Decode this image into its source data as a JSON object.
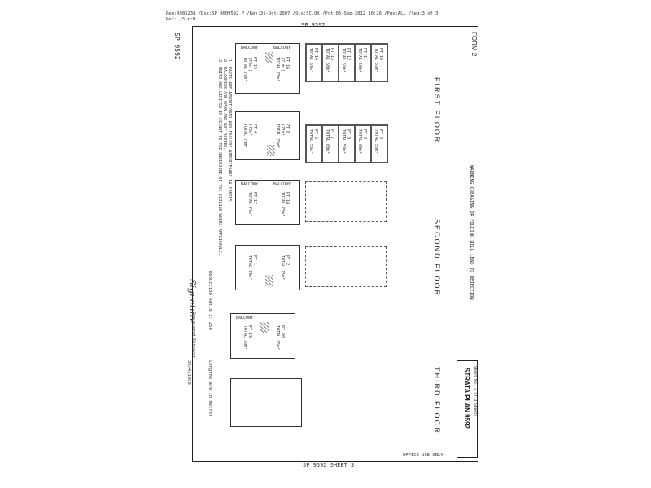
{
  "header": {
    "line1": "Req:R985238 /Doc:SP 0009592 P /Rev:31-Oct-2007 /Sts:SC.OK /Prt:06-Sep-2012 10:26 /Pgs:ALL /Seq:3 of 3",
    "line2": "Ref: /Src:U",
    "stamp_top": "SP 9592"
  },
  "margin_note": "SP 9592",
  "form_label": "FORM 2",
  "warning": "WARNING CREASING OR FOLDING WILL LEAD TO REJECTION",
  "title_block": {
    "sheet_no": "Sheet No. 3 of 3 Sheets",
    "plan_title": "STRATA PLAN 9592"
  },
  "floors": {
    "first": "FIRST FLOOR",
    "second": "SECOND FLOOR",
    "third": "THIRD FLOOR"
  },
  "units": [
    {
      "lot": "PT 15",
      "area": "(73m²)",
      "total": "TOTAL 79m²"
    },
    {
      "lot": "PT 16",
      "area": "(71m²)",
      "total": "TOTAL 75m²"
    },
    {
      "lot": "PT 14",
      "area": "(58m²)",
      "total": "TOTAL 59m²"
    },
    {
      "lot": "PT 13",
      "area": "(58m²)",
      "total": "TOTAL 60m²"
    },
    {
      "lot": "PT 12",
      "area": "(58m²)",
      "total": "TOTAL 59m²"
    },
    {
      "lot": "PT 11",
      "area": "(58m²)",
      "total": "TOTAL 60m²"
    },
    {
      "lot": "PT 10",
      "area": "(58m²)",
      "total": "TOTAL 59m²"
    },
    {
      "lot": "PT 4",
      "area": "(73m²)",
      "total": "TOTAL 79m²"
    },
    {
      "lot": "PT 6",
      "area": "(71m²)",
      "total": "TOTAL 75m²"
    },
    {
      "lot": "PT 5",
      "area": "(58m²)",
      "total": "TOTAL 59m²"
    },
    {
      "lot": "PT 7",
      "area": "(58m²)",
      "total": "TOTAL 60m²"
    },
    {
      "lot": "PT 8",
      "area": "(58m²)",
      "total": "TOTAL 59m²"
    },
    {
      "lot": "PT 9",
      "area": "(58m²)",
      "total": "TOTAL 60m²"
    },
    {
      "lot": "PT 3",
      "area": "(58m²)",
      "total": "TOTAL 59m²"
    },
    {
      "lot": "PT 17",
      "area": "(73m²)",
      "total": "TOTAL 79m²"
    },
    {
      "lot": "PT 18",
      "area": "(71m²)",
      "total": "TOTAL 75m²"
    },
    {
      "lot": "PT 1",
      "area": "(73m²)",
      "total": "TOTAL 79m²"
    },
    {
      "lot": "PT 2",
      "area": "(71m²)",
      "total": "TOTAL 75m²"
    },
    {
      "lot": "PT 19",
      "area": "(73m²)",
      "total": "TOTAL 79m²"
    },
    {
      "lot": "PT 20",
      "area": "(71m²)",
      "total": "TOTAL 75m²"
    }
  ],
  "balcony": "BALCONY",
  "notes": {
    "n1": "1. PARTS ARE APPORTIONED AND INCLUDE APPURTENANT BALCONIES.",
    "n2": "2. BALCONIES ARE OPEN AND NOT ROOFED.",
    "n3": "3. UNITS ARE LIMITED IN HEIGHT TO THE UNDERSIDE OF THE CEILING WHERE APPLICABLE."
  },
  "reduction": "Reduction Ratio 1: 250",
  "lengths": "Lengths are in metres",
  "surveyor": "Registered Surveyor",
  "date": "30/4/1980",
  "signature": "Signature",
  "office_use": "OFFICE USE ONLY",
  "bottom_stamp": "SP 9592 SHEET 3",
  "colors": {
    "ink": "#222222",
    "paper": "#ffffff"
  }
}
